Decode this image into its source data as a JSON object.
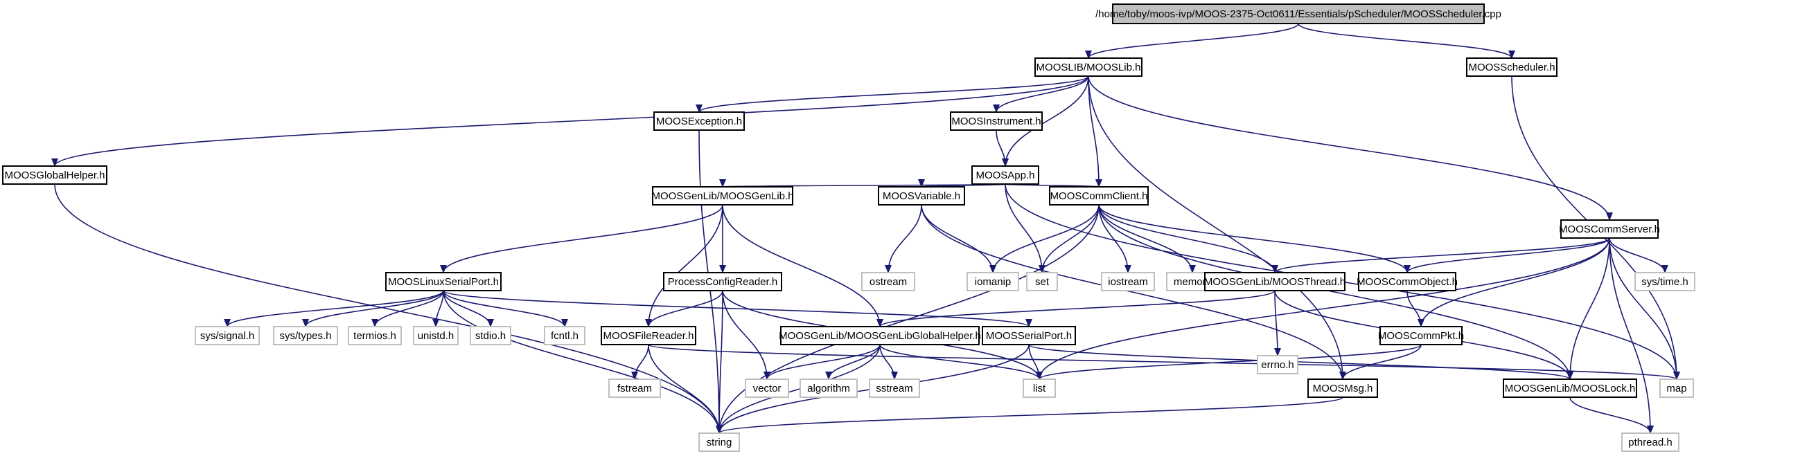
{
  "colors": {
    "edge": "#191970",
    "border_dark": "#000000",
    "border_light": "#bfbfbf",
    "root_fill": "#bfbfbf",
    "fill": "#ffffff",
    "text": "#000000",
    "text_light": "#000000"
  },
  "nodes": [
    {
      "id": "root",
      "label": "/home/toby/moos-ivp/MOOS-2375-Oct0611/Essentials/pScheduler/MOOSScheduler.cpp",
      "kind": "root"
    },
    {
      "id": "mooslib",
      "label": "MOOSLIB/MOOSLib.h",
      "kind": "header"
    },
    {
      "id": "moosscheduler_h",
      "label": "MOOSScheduler.h",
      "kind": "header"
    },
    {
      "id": "moosexception",
      "label": "MOOSException.h",
      "kind": "header"
    },
    {
      "id": "moosinstrument",
      "label": "MOOSInstrument.h",
      "kind": "header"
    },
    {
      "id": "moosglobalhelper",
      "label": "MOOSGlobalHelper.h",
      "kind": "header"
    },
    {
      "id": "moosapp",
      "label": "MOOSApp.h",
      "kind": "header"
    },
    {
      "id": "moosgenlib",
      "label": "MOOSGenLib/MOOSGenLib.h",
      "kind": "header"
    },
    {
      "id": "moosvariable",
      "label": "MOOSVariable.h",
      "kind": "header"
    },
    {
      "id": "mooscommclient",
      "label": "MOOSCommClient.h",
      "kind": "header"
    },
    {
      "id": "mooscommserver",
      "label": "MOOSCommServer.h",
      "kind": "header"
    },
    {
      "id": "mooslinuxserialport",
      "label": "MOOSLinuxSerialPort.h",
      "kind": "header"
    },
    {
      "id": "processconfigreader",
      "label": "ProcessConfigReader.h",
      "kind": "header"
    },
    {
      "id": "ostream",
      "label": "ostream",
      "kind": "system"
    },
    {
      "id": "iomanip",
      "label": "iomanip",
      "kind": "system"
    },
    {
      "id": "set",
      "label": "set",
      "kind": "system"
    },
    {
      "id": "iostream",
      "label": "iostream",
      "kind": "system"
    },
    {
      "id": "memory",
      "label": "memory",
      "kind": "system"
    },
    {
      "id": "moosthread",
      "label": "MOOSGenLib/MOOSThread.h",
      "kind": "header"
    },
    {
      "id": "mooscommobject",
      "label": "MOOSCommObject.h",
      "kind": "header"
    },
    {
      "id": "systime",
      "label": "sys/time.h",
      "kind": "system"
    },
    {
      "id": "syssignal",
      "label": "sys/signal.h",
      "kind": "system"
    },
    {
      "id": "systypes",
      "label": "sys/types.h",
      "kind": "system"
    },
    {
      "id": "termios",
      "label": "termios.h",
      "kind": "system"
    },
    {
      "id": "unistd",
      "label": "unistd.h",
      "kind": "system"
    },
    {
      "id": "stdio",
      "label": "stdio.h",
      "kind": "system"
    },
    {
      "id": "fcntl",
      "label": "fcntl.h",
      "kind": "system"
    },
    {
      "id": "moosfilereader",
      "label": "MOOSFileReader.h",
      "kind": "header"
    },
    {
      "id": "moosgenlibglobalhelper",
      "label": "MOOSGenLib/MOOSGenLibGlobalHelper.h",
      "kind": "header"
    },
    {
      "id": "mooserialport",
      "label": "MOOSSerialPort.h",
      "kind": "header"
    },
    {
      "id": "errno",
      "label": "errno.h",
      "kind": "system"
    },
    {
      "id": "mooscommpkt",
      "label": "MOOSCommPkt.h",
      "kind": "header"
    },
    {
      "id": "fstream",
      "label": "fstream",
      "kind": "system"
    },
    {
      "id": "vector",
      "label": "vector",
      "kind": "system"
    },
    {
      "id": "algorithm",
      "label": "algorithm",
      "kind": "system"
    },
    {
      "id": "sstream",
      "label": "sstream",
      "kind": "system"
    },
    {
      "id": "list",
      "label": "list",
      "kind": "system"
    },
    {
      "id": "moosmsg",
      "label": "MOOSMsg.h",
      "kind": "header"
    },
    {
      "id": "mooslock",
      "label": "MOOSGenLib/MOOSLock.h",
      "kind": "header"
    },
    {
      "id": "map",
      "label": "map",
      "kind": "system"
    },
    {
      "id": "string",
      "label": "string",
      "kind": "system"
    },
    {
      "id": "pthread",
      "label": "pthread.h",
      "kind": "system"
    }
  ],
  "edges": [
    [
      "root",
      "mooslib"
    ],
    [
      "root",
      "moosscheduler_h"
    ],
    [
      "moosscheduler_h",
      "map"
    ],
    [
      "mooslib",
      "moosexception"
    ],
    [
      "mooslib",
      "moosinstrument"
    ],
    [
      "mooslib",
      "moosglobalhelper"
    ],
    [
      "mooslib",
      "moosapp"
    ],
    [
      "mooslib",
      "mooscommclient"
    ],
    [
      "mooslib",
      "mooscommserver"
    ],
    [
      "mooslib",
      "moosmsg"
    ],
    [
      "moosexception",
      "string"
    ],
    [
      "moosglobalhelper",
      "string"
    ],
    [
      "moosinstrument",
      "moosapp"
    ],
    [
      "moosapp",
      "moosgenlib"
    ],
    [
      "moosapp",
      "moosvariable"
    ],
    [
      "moosapp",
      "mooscommclient"
    ],
    [
      "moosapp",
      "set"
    ],
    [
      "moosapp",
      "map"
    ],
    [
      "moosgenlib",
      "mooslinuxserialport"
    ],
    [
      "moosgenlib",
      "processconfigreader"
    ],
    [
      "moosgenlib",
      "moosfilereader"
    ],
    [
      "moosgenlib",
      "moosgenlibglobalhelper"
    ],
    [
      "moosvariable",
      "ostream"
    ],
    [
      "moosvariable",
      "iomanip"
    ],
    [
      "moosvariable",
      "moosmsg"
    ],
    [
      "mooscommclient",
      "iomanip"
    ],
    [
      "mooscommclient",
      "set"
    ],
    [
      "mooscommclient",
      "iostream"
    ],
    [
      "mooscommclient",
      "memory"
    ],
    [
      "mooscommclient",
      "moosthread"
    ],
    [
      "mooscommclient",
      "mooscommobject"
    ],
    [
      "mooscommclient",
      "mooslock"
    ],
    [
      "mooscommclient",
      "string"
    ],
    [
      "mooscommserver",
      "moosthread"
    ],
    [
      "mooscommserver",
      "mooscommobject"
    ],
    [
      "mooscommserver",
      "systime"
    ],
    [
      "mooscommserver",
      "mooscommpkt"
    ],
    [
      "mooscommserver",
      "list"
    ],
    [
      "mooscommserver",
      "mooslock"
    ],
    [
      "mooscommserver",
      "map"
    ],
    [
      "mooscommserver",
      "pthread"
    ],
    [
      "mooslinuxserialport",
      "syssignal"
    ],
    [
      "mooslinuxserialport",
      "systypes"
    ],
    [
      "mooslinuxserialport",
      "termios"
    ],
    [
      "mooslinuxserialport",
      "unistd"
    ],
    [
      "mooslinuxserialport",
      "stdio"
    ],
    [
      "mooslinuxserialport",
      "fcntl"
    ],
    [
      "mooslinuxserialport",
      "mooserialport"
    ],
    [
      "mooslinuxserialport",
      "string"
    ],
    [
      "processconfigreader",
      "moosfilereader"
    ],
    [
      "processconfigreader",
      "vector"
    ],
    [
      "processconfigreader",
      "string"
    ],
    [
      "processconfigreader",
      "list"
    ],
    [
      "moosthread",
      "errno"
    ],
    [
      "moosthread",
      "moosgenlibglobalhelper"
    ],
    [
      "moosthread",
      "mooslock"
    ],
    [
      "mooscommobject",
      "mooscommpkt"
    ],
    [
      "moosfilereader",
      "fstream"
    ],
    [
      "moosfilereader",
      "string"
    ],
    [
      "moosfilereader",
      "map"
    ],
    [
      "moosgenlibglobalhelper",
      "vector"
    ],
    [
      "moosgenlibglobalhelper",
      "algorithm"
    ],
    [
      "moosgenlibglobalhelper",
      "sstream"
    ],
    [
      "moosgenlibglobalhelper",
      "list"
    ],
    [
      "moosgenlibglobalhelper",
      "string"
    ],
    [
      "mooserialport",
      "list"
    ],
    [
      "mooserialport",
      "mooslock"
    ],
    [
      "mooserialport",
      "string"
    ],
    [
      "mooscommpkt",
      "list"
    ],
    [
      "mooscommpkt",
      "moosmsg"
    ],
    [
      "moosmsg",
      "string"
    ],
    [
      "mooslock",
      "pthread"
    ]
  ]
}
